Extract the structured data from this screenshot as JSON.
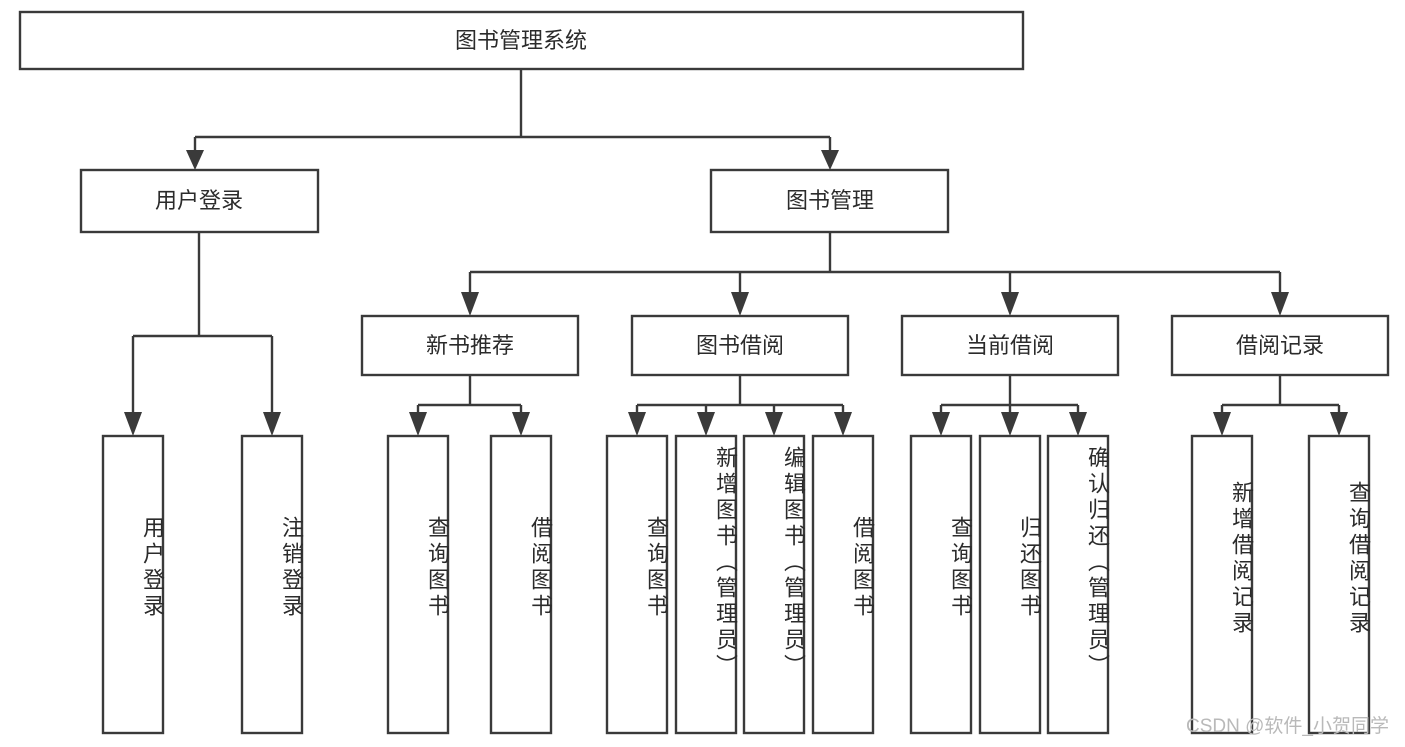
{
  "diagram": {
    "type": "tree",
    "title": "图书管理系统",
    "watermark": "CSDN @软件_小贺同学",
    "root": {
      "label": "图书管理系统"
    },
    "level2": [
      {
        "label": "用户登录"
      },
      {
        "label": "图书管理"
      }
    ],
    "level3": [
      {
        "label": "新书推荐"
      },
      {
        "label": "图书借阅"
      },
      {
        "label": "当前借阅"
      },
      {
        "label": "借阅记录"
      }
    ],
    "leaves": {
      "user_login": [
        {
          "label": "用户登录"
        },
        {
          "label": "注销登录"
        }
      ],
      "new_book": [
        {
          "label": "查询图书"
        },
        {
          "label": "借阅图书"
        }
      ],
      "book_borrow": [
        {
          "label": "查询图书"
        },
        {
          "label": "新增图书（管理员）"
        },
        {
          "label": "编辑图书（管理员）"
        },
        {
          "label": "借阅图书"
        }
      ],
      "current_borrow": [
        {
          "label": "查询图书"
        },
        {
          "label": "归还图书"
        },
        {
          "label": "确认归还（管理员）"
        }
      ],
      "borrow_record": [
        {
          "label": "新增借阅记录"
        },
        {
          "label": "查询借阅记录"
        }
      ]
    },
    "colors": {
      "stroke": "#3a3a3a",
      "fill": "#ffffff",
      "text": "#2b2b2b",
      "watermark": "#b9b9b9"
    }
  }
}
